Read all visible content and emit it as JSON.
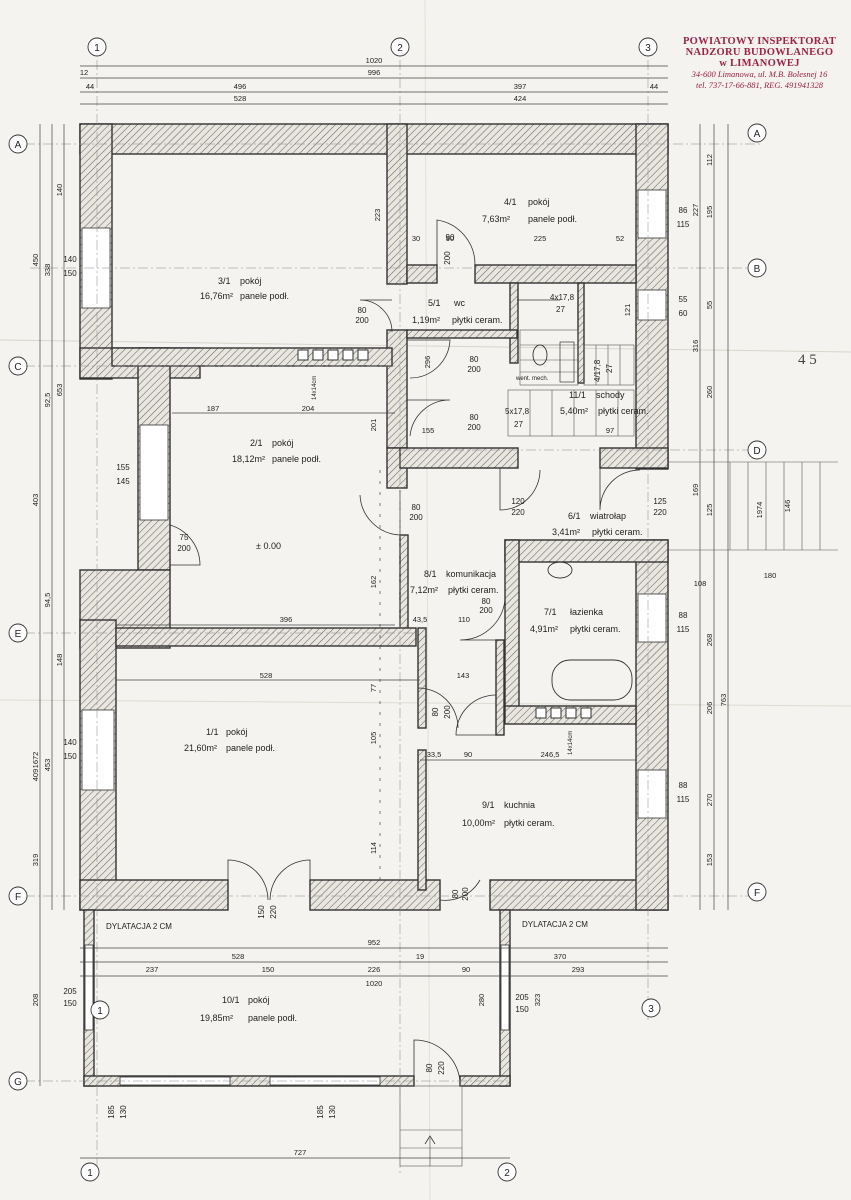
{
  "stamp": {
    "line1": "POWIATOWY INSPEKTORAT",
    "line2": "NADZORU BUDOWLANEGO",
    "line3": "w LIMANOWEJ",
    "line4": "34-600 Limanowa, ul. M.B. Bolesnej 16",
    "line5": "tel. 737-17-66-881, REG. 491941328"
  },
  "page_number": "4 5",
  "axes": {
    "vertical": [
      "1",
      "2",
      "3"
    ],
    "horizontal": [
      "A",
      "B",
      "C",
      "D",
      "E",
      "F",
      "G"
    ]
  },
  "rooms": [
    {
      "id": "3/1",
      "name": "pokój",
      "area": "16,76m²",
      "floor": "panele podł."
    },
    {
      "id": "4/1",
      "name": "pokój",
      "area": "7,63m²",
      "floor": "panele podł."
    },
    {
      "id": "5/1",
      "name": "wc",
      "area": "1,19m²",
      "floor": "płytki ceram."
    },
    {
      "id": "2/1",
      "name": "pokój",
      "area": "18,12m²",
      "floor": "panele podł."
    },
    {
      "id": "11/1",
      "name": "schody",
      "area": "5,40m²",
      "floor": "płytki ceram."
    },
    {
      "id": "6/1",
      "name": "wiatrołap",
      "area": "3,41m²",
      "floor": "płytki ceram."
    },
    {
      "id": "8/1",
      "name": "komunikacja",
      "area": "7,12m²",
      "floor": "płytki ceram."
    },
    {
      "id": "7/1",
      "name": "łazienka",
      "area": "4,91m²",
      "floor": "płytki ceram."
    },
    {
      "id": "1/1",
      "name": "pokój",
      "area": "21,60m²",
      "floor": "panele podł."
    },
    {
      "id": "9/1",
      "name": "kuchnia",
      "area": "10,00m²",
      "floor": "płytki ceram."
    },
    {
      "id": "10/1",
      "name": "pokój",
      "area": "19,85m²",
      "floor": "panele podł."
    }
  ],
  "level_mark": "± 0.00",
  "dylatacja": "DYLATACJA 2 CM",
  "stairs": {
    "upper": "4x17,8",
    "upper_sub": "27",
    "lower": "5x17,8",
    "lower_sub": "27",
    "side": "4/17,8",
    "side_sub": "27"
  },
  "dims_top": {
    "overall": "1020",
    "inner": "996",
    "left": "496",
    "right": "397",
    "left2": "528",
    "right2": "424",
    "e44": "44",
    "e12": "12"
  },
  "dims_bottom": {
    "overall": "1020",
    "inner": "952",
    "left": "528",
    "right": "370",
    "s237": "237",
    "s150": "150",
    "s226": "226",
    "s90": "90",
    "s293": "293",
    "s19": "19",
    "porch": "727"
  },
  "openings": [
    {
      "w": "140",
      "h": "150"
    },
    {
      "w": "155",
      "h": "145"
    },
    {
      "w": "140",
      "h": "150"
    },
    {
      "w": "86",
      "h": "115"
    },
    {
      "w": "55",
      "h": "60"
    },
    {
      "w": "88",
      "h": "115"
    },
    {
      "w": "88",
      "h": "115"
    },
    {
      "w": "205",
      "h": "150"
    },
    {
      "w": "205",
      "h": "150"
    },
    {
      "w": "185",
      "h": "130"
    },
    {
      "w": "185",
      "h": "130"
    }
  ],
  "doors": [
    {
      "w": "80",
      "h": "200"
    },
    {
      "w": "90",
      "h": "200"
    },
    {
      "w": "80",
      "h": "200"
    },
    {
      "w": "80",
      "h": "200"
    },
    {
      "w": "80",
      "h": "200"
    },
    {
      "w": "75",
      "h": "200"
    },
    {
      "w": "120",
      "h": "220"
    },
    {
      "w": "125",
      "h": "220"
    },
    {
      "w": "80",
      "h": "200"
    },
    {
      "w": "80",
      "h": "200"
    },
    {
      "w": "150",
      "h": "220"
    },
    {
      "w": "80",
      "h": "220"
    },
    {
      "w": "80",
      "h": "200"
    }
  ],
  "inner_dims": {
    "d187": "187",
    "d204": "204",
    "d396": "396",
    "d528": "528",
    "d143": "143",
    "d225": "225",
    "d30": "30",
    "d90": "90",
    "d52": "52",
    "d155": "155",
    "d97": "97",
    "d110": "110",
    "d43": "43,5",
    "d33": "33,5",
    "d246": "246,5",
    "d223": "223",
    "d296": "296",
    "d201": "201",
    "d162": "162",
    "d114": "114",
    "d105": "105",
    "d77": "77",
    "d268": "268",
    "d206": "206",
    "d270": "270",
    "d153": "153",
    "d260": "260",
    "d169": "169",
    "d125": "125",
    "d146": "146",
    "d180": "180",
    "d108": "108",
    "d763": "763",
    "d1672": "1672",
    "d316": "316",
    "d1974": "1974",
    "d338": "338",
    "d450": "450",
    "d403": "403",
    "d453": "453",
    "d409": "409",
    "d140": "140",
    "d148": "148",
    "d319": "319",
    "d323": "323",
    "d280": "280",
    "d208": "208",
    "d653": "653",
    "d925": "92,5",
    "d945": "94,5",
    "d112": "112",
    "d227": "227",
    "d195": "195",
    "d121": "121",
    "d55": "55",
    "vent": "went. mech.",
    "chim": "14x14cm"
  }
}
